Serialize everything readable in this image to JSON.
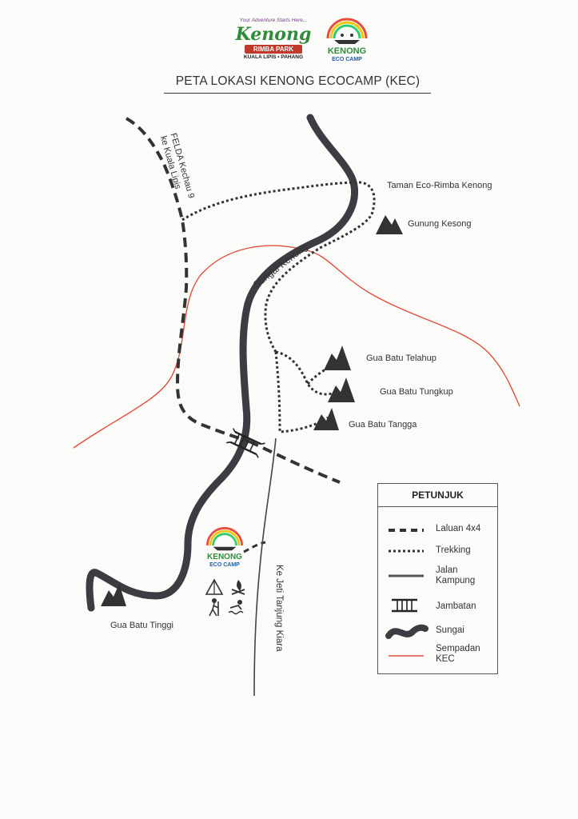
{
  "header": {
    "title": "PETA LOKASI KENONG ECOCAMP (KEC)",
    "logo_left": {
      "tagline": "Your Adventure Starts Here...",
      "name": "Kenong",
      "sub": "RIMBA PARK",
      "place": "KUALA LIPIS • PAHANG"
    },
    "logo_right": {
      "name": "KENONG",
      "sub": "ECO CAMP"
    }
  },
  "map_labels": {
    "road_label": "FELDA Kechau 9\nke Kuala Lipis",
    "road_label_line1": "FELDA Kechau 9",
    "road_label_line2": "ke Kuala Lipis",
    "river_label": "Sungai Kenong",
    "park": "Taman Eco-Rimba Kenong",
    "gunung": "Gunung Kesong",
    "gua_telahup": "Gua Batu Telahup",
    "gua_tungkup": "Gua Batu Tungkup",
    "gua_tangga": "Gua Batu Tangga",
    "gua_tinggi": "Gua Batu Tinggi",
    "jeti": "Ke Jeti Tanjung Kiara",
    "camp_logo_name": "KENONG",
    "camp_logo_sub": "ECO CAMP"
  },
  "legend": {
    "title": "PETUNJUK",
    "items": [
      {
        "key": "4x4",
        "label": "Laluan 4x4"
      },
      {
        "key": "trek",
        "label": "Trekking"
      },
      {
        "key": "jalan",
        "label": "Jalan Kampung"
      },
      {
        "key": "bridge",
        "label": "Jambatan"
      },
      {
        "key": "river",
        "label": "Sungai"
      },
      {
        "key": "border",
        "label": "Sempadan KEC"
      }
    ]
  },
  "colors": {
    "river": "#3c3c42",
    "border_line": "#e0503a",
    "trail": "#333333",
    "accent_green": "#2f8c3a",
    "accent_blue": "#1f5fa8"
  },
  "icons": [
    "mountain-icon",
    "cave-icon",
    "tent-icon",
    "campfire-icon",
    "hiker-icon",
    "swimmer-icon",
    "bridge-icon"
  ]
}
